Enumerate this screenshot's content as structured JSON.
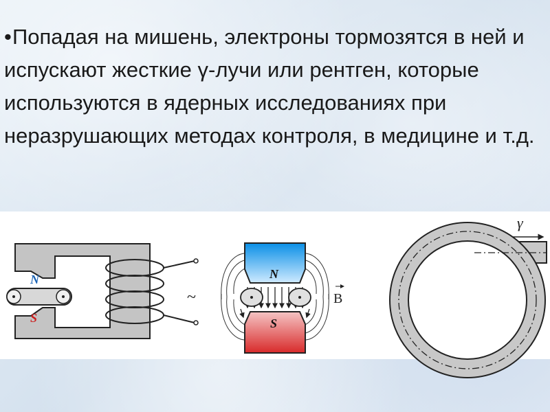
{
  "slide": {
    "bullet": "•",
    "text": "Попадая на мишень, электроны тормозятся в ней и испускают жесткие γ-лучи или рентген, которые используются в ядерных исследованиях при неразрушающих методах контроля, в медицине и т.д."
  },
  "figure": {
    "magnet1": {
      "north": "N",
      "south": "S",
      "ac_symbol": "~"
    },
    "magnet2": {
      "north": "N",
      "south": "S",
      "field_label": "B"
    },
    "ring": {
      "output_label": "γ"
    }
  },
  "colors": {
    "north_pole": "#1e9ff0",
    "south_pole": "#e03030",
    "steel": "#bdbdbd",
    "label_blue": "#1a63b5",
    "label_red": "#cc2020"
  }
}
